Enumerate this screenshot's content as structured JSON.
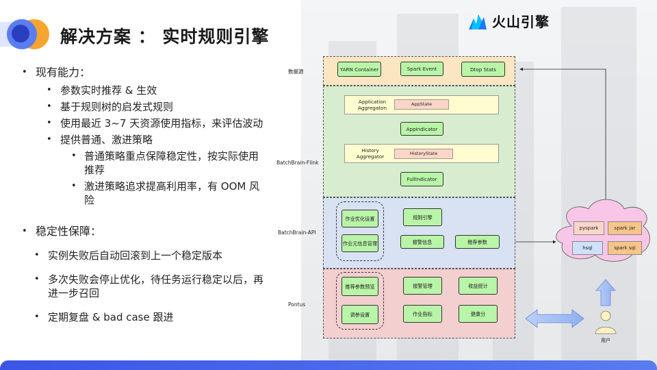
{
  "title": "解决方案 ： 实时规则引擎",
  "brand": {
    "name": "火山引擎",
    "accent": "#1f78ff",
    "accent2": "#00c2ff"
  },
  "bullets": {
    "section1": {
      "label": "现有能力：",
      "items": [
        "参数实时推荐 & 生效",
        "基于规则树的启发式规则",
        "使用最近 3~7 天资源使用指标，来评估波动",
        "提供普通、激进策略"
      ],
      "subitems": [
        "普通策略重点保障稳定性，按实际使用推荐",
        "激进策略追求提高利用率，有 OOM  风险"
      ]
    },
    "section2": {
      "label": "稳定性保障：",
      "items": [
        "实例失败后自动回滚到上一个稳定版本",
        "多次失败会停止优化，待任务运行稳定以后，再进一步召回",
        "定期复盘 & bad case 跟进"
      ]
    }
  },
  "diagram": {
    "band_labels": [
      "数据源",
      "BatchBrain-Flink",
      "BatchBrain-API",
      "Pontus"
    ],
    "band_colors": [
      "#fbe6c2",
      "#d8ecd0",
      "#d8e2f2",
      "#f3cfcf"
    ],
    "sources": [
      "YARN Container",
      "Spark Event",
      "Dtop Stats"
    ],
    "app_agg": {
      "label": "Application Aggregaton",
      "inner": "AppState"
    },
    "app_indicator": "AppIndicator",
    "hist_agg": {
      "label": "History Aggregator",
      "inner": "HistoryState"
    },
    "full_indicator": "FullIndicator",
    "api_group": [
      "作业优化设置",
      "作业元信息管理"
    ],
    "rule_engine": "规则引擎",
    "alert_info": "报警信息",
    "recommend_params": "推荐参数",
    "pontus_group": [
      "推荐参数预览",
      "调参设置"
    ],
    "pontus_boxes": [
      "报警管理",
      "收益统计",
      "作业指标",
      "健康分"
    ],
    "cloud": {
      "items": [
        "pyspark",
        "spark jar",
        "hsql",
        "spark sql"
      ],
      "colors": [
        "#fbd6c8",
        "#f7c58a",
        "#cfe0fb",
        "#f7c58a"
      ]
    },
    "user_label": "用户"
  }
}
